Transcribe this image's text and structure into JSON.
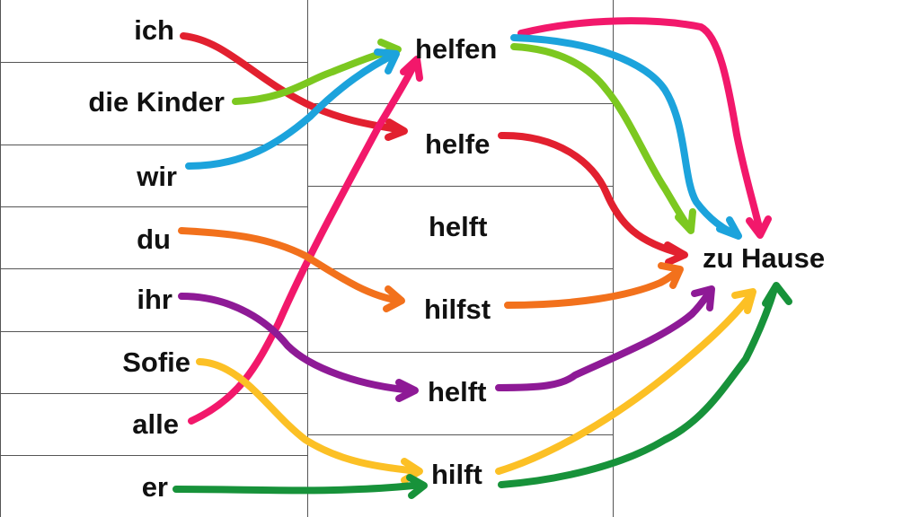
{
  "subjects": [
    "ich",
    "die Kinder",
    "wir",
    "du",
    "ihr",
    "Sofie",
    "alle",
    "er"
  ],
  "verbs": [
    "helfen",
    "helfe",
    "helft",
    "hilfst",
    "helft",
    "hilft"
  ],
  "object": "zu Hause",
  "colors": {
    "red": "#e2202f",
    "green": "#7cc820",
    "blue": "#1ca3dc",
    "orange": "#f2711c",
    "purple": "#8e1a96",
    "yellow": "#fcc025",
    "pink": "#f2186b",
    "darkgreen": "#17923a"
  },
  "connections": [
    {
      "subject": "ich",
      "verb": "helfe",
      "color": "red"
    },
    {
      "subject": "die Kinder",
      "verb": "helfen",
      "color": "green"
    },
    {
      "subject": "wir",
      "verb": "helfen",
      "color": "blue"
    },
    {
      "subject": "du",
      "verb": "hilfst",
      "color": "orange"
    },
    {
      "subject": "ihr",
      "verb": "helft",
      "color": "purple"
    },
    {
      "subject": "Sofie",
      "verb": "hilft",
      "color": "yellow"
    },
    {
      "subject": "alle",
      "verb": "helfen",
      "color": "pink"
    },
    {
      "subject": "er",
      "verb": "hilft",
      "color": "darkgreen"
    }
  ]
}
